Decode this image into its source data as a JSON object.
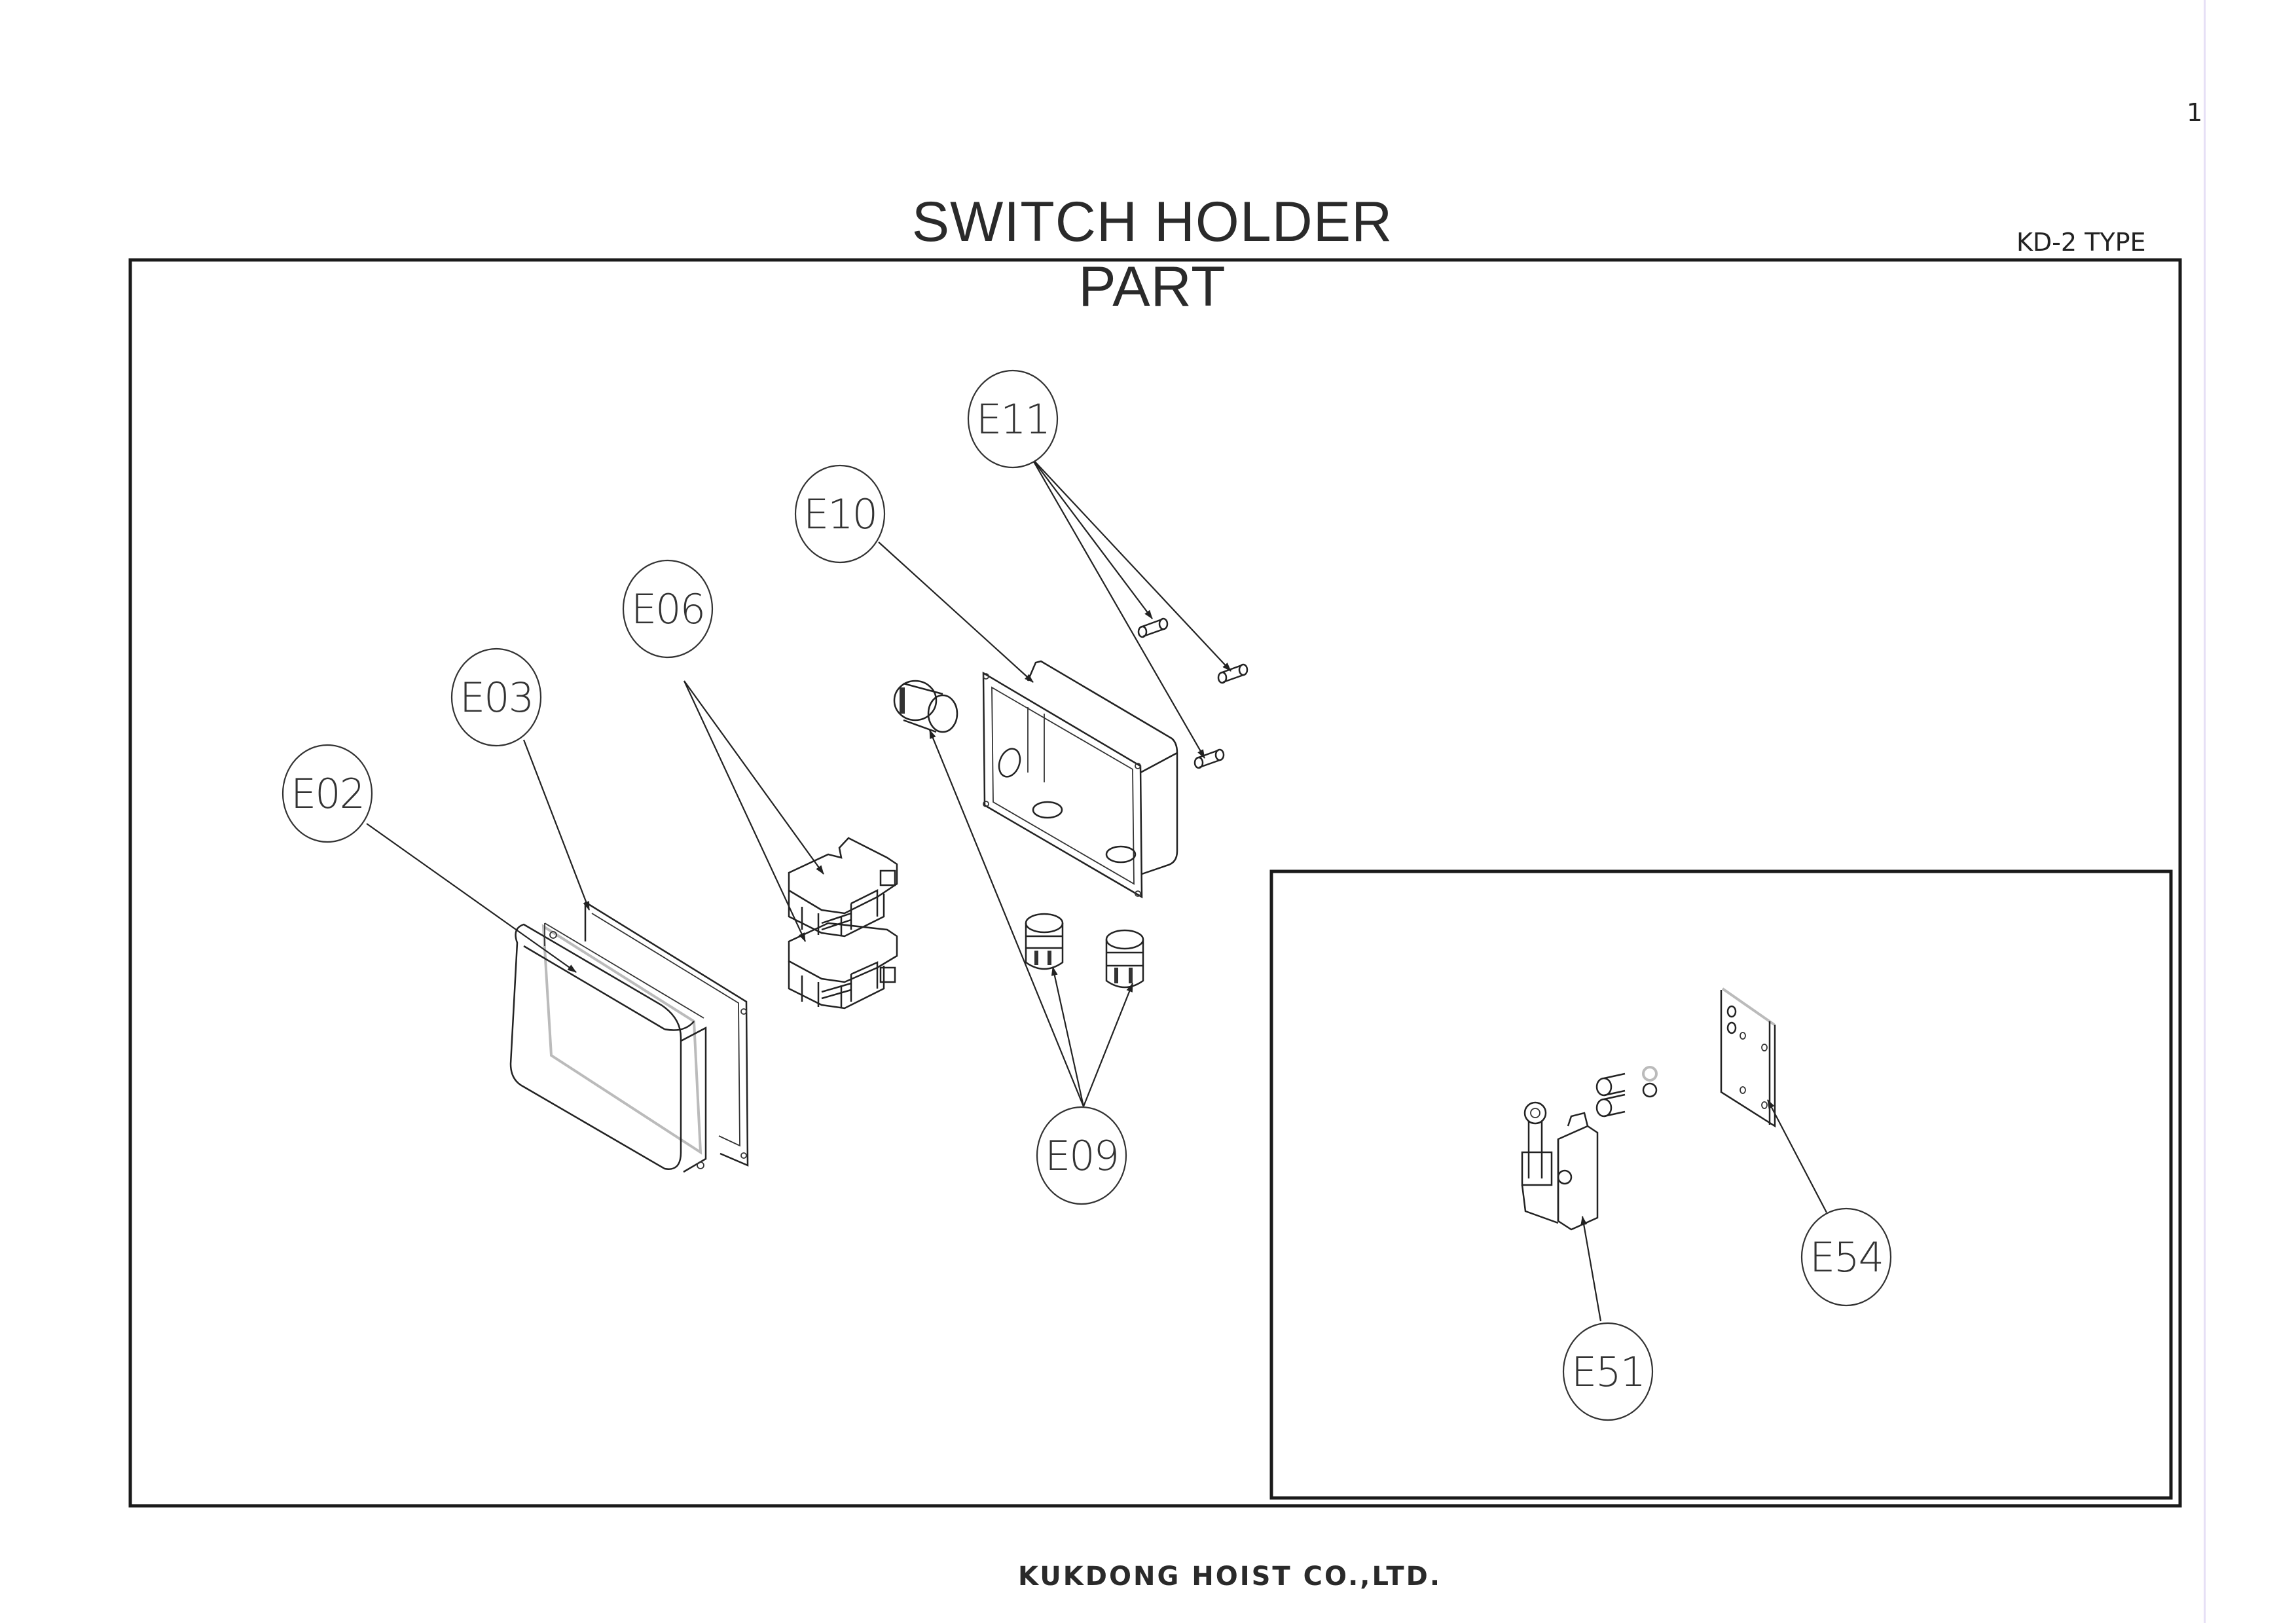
{
  "page": {
    "number": "1",
    "title": "SWITCH HOLDER PART",
    "type_label": "KD-2 TYPE",
    "company": "KUKDONG HOIST CO.,LTD."
  },
  "callouts": {
    "e02": {
      "label": "E02",
      "part": "enclosure-cover"
    },
    "e03": {
      "label": "E03",
      "part": "gasket"
    },
    "e06": {
      "label": "E06",
      "part": "contactor-switch"
    },
    "e09": {
      "label": "E09",
      "part": "cable-gland"
    },
    "e10": {
      "label": "E10",
      "part": "enclosure-box"
    },
    "e11": {
      "label": "E11",
      "part": "pin"
    },
    "e51": {
      "label": "E51",
      "part": "limit-switch"
    },
    "e54": {
      "label": "E54",
      "part": "mounting-plate"
    }
  }
}
